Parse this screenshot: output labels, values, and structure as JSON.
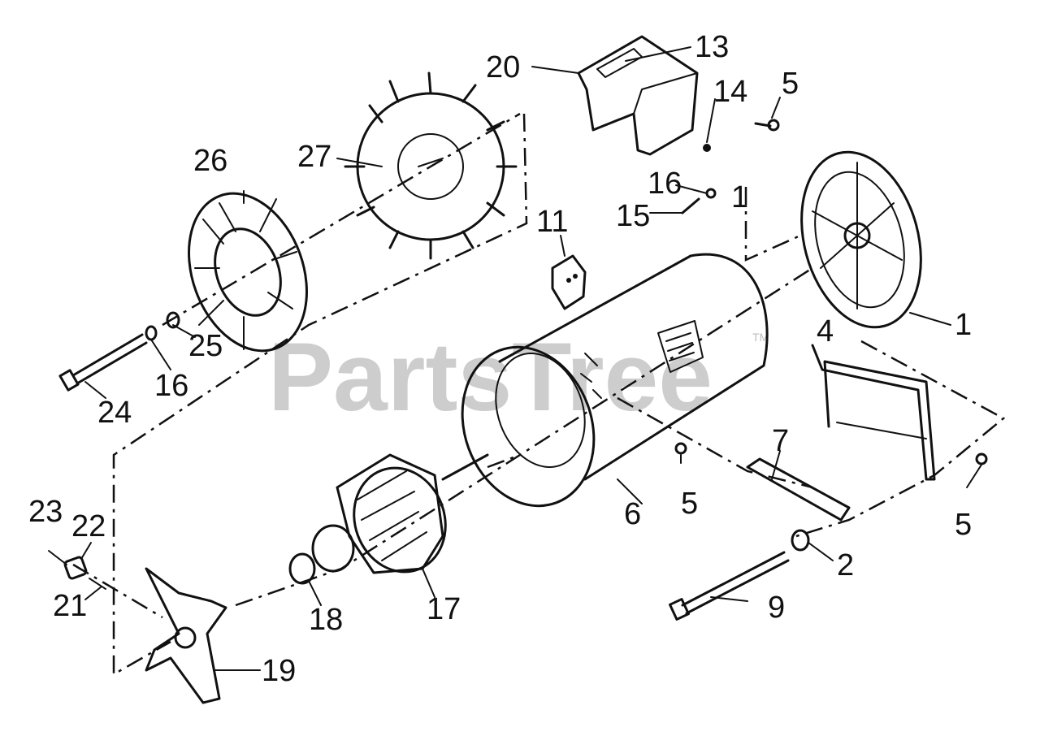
{
  "watermark": {
    "text": "PartsTree",
    "tm": "TM"
  },
  "callouts": [
    {
      "id": "13",
      "text": "13"
    },
    {
      "id": "20",
      "text": "20"
    },
    {
      "id": "14",
      "text": "14"
    },
    {
      "id": "5a",
      "text": "5"
    },
    {
      "id": "26",
      "text": "26"
    },
    {
      "id": "27",
      "text": "27"
    },
    {
      "id": "16a",
      "text": "16"
    },
    {
      "id": "1a",
      "text": "1"
    },
    {
      "id": "15",
      "text": "15"
    },
    {
      "id": "11",
      "text": "11"
    },
    {
      "id": "1b",
      "text": "1"
    },
    {
      "id": "4",
      "text": "4"
    },
    {
      "id": "24",
      "text": "24"
    },
    {
      "id": "16b",
      "text": "16"
    },
    {
      "id": "25",
      "text": "25"
    },
    {
      "id": "7",
      "text": "7"
    },
    {
      "id": "6",
      "text": "6"
    },
    {
      "id": "5b",
      "text": "5"
    },
    {
      "id": "5c",
      "text": "5"
    },
    {
      "id": "23",
      "text": "23"
    },
    {
      "id": "22",
      "text": "22"
    },
    {
      "id": "2",
      "text": "2"
    },
    {
      "id": "21",
      "text": "21"
    },
    {
      "id": "18",
      "text": "18"
    },
    {
      "id": "17",
      "text": "17"
    },
    {
      "id": "9",
      "text": "9"
    },
    {
      "id": "19",
      "text": "19"
    }
  ]
}
